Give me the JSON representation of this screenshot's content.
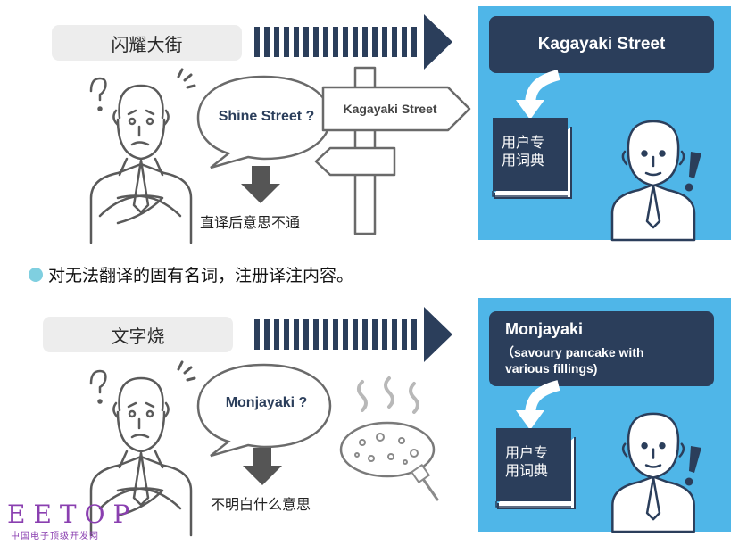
{
  "rows": [
    {
      "source_term": "闪耀大街",
      "bubble": "Shine Street ?",
      "sign": "Kagayaki Street",
      "result_caption": "直译后意思不通",
      "target_title": "Kagayaki Street",
      "dictionary_label": "用户专用词典"
    },
    {
      "source_term": "文字烧",
      "bubble": "Monjayaki ?",
      "result_caption": "不明白什么意思",
      "target_title": "Monjayaki",
      "target_subtitle_line1": "（savoury pancake with",
      "target_subtitle_line2": "various fillings)",
      "dictionary_label": "用户专用词典"
    }
  ],
  "note": "对无法翻译的固有名词，注册译注内容。",
  "watermark": {
    "brand": "EETOP",
    "tagline": "中国电子顶级开发网"
  },
  "colors": {
    "navy": "#2b3e5b",
    "panel_blue": "#4fb6e8",
    "bullet": "#7fcfe0",
    "gray_label": "#ededed",
    "watermark_purple": "#8a3fb0"
  }
}
